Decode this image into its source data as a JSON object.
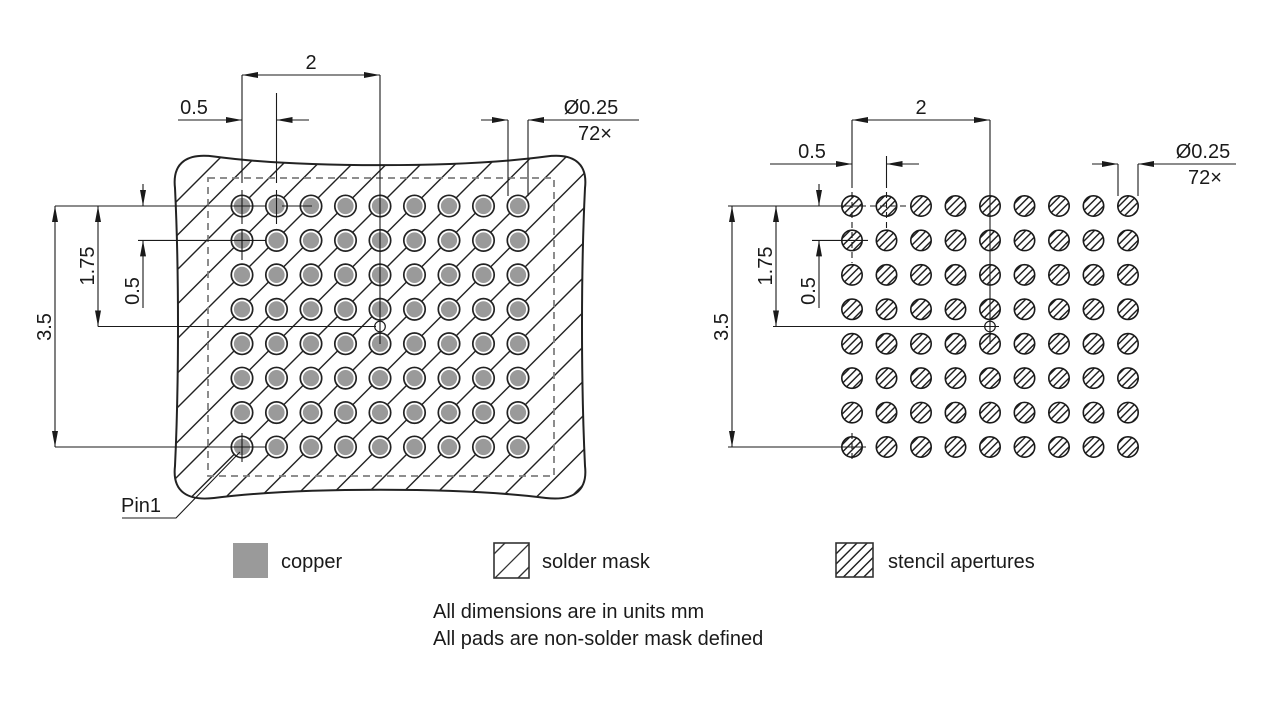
{
  "drawing": {
    "kind": "BGA land pattern footprint drawing",
    "figures": {
      "left": {
        "name": "copper and solder mask view",
        "pin1_label": "Pin1",
        "dims": {
          "pitch_center": "2",
          "pitch": "0.5",
          "pad_diameter": "Ø0.25",
          "pad_count": "72×",
          "height": "3.5",
          "half_height": "1.75",
          "row_pitch": "0.5"
        },
        "grid": {
          "cols": 9,
          "rows": 8,
          "pads": 72
        }
      },
      "right": {
        "name": "stencil apertures view",
        "dims": {
          "pitch_center": "2",
          "pitch": "0.5",
          "pad_diameter": "Ø0.25",
          "pad_count": "72×",
          "height": "3.5",
          "half_height": "1.75",
          "row_pitch": "0.5"
        },
        "grid": {
          "cols": 9,
          "rows": 8,
          "apertures": 72
        }
      }
    },
    "legend": {
      "items": [
        {
          "id": "copper",
          "label": "copper"
        },
        {
          "id": "solder-mask",
          "label": "solder mask"
        },
        {
          "id": "stencil-apertures",
          "label": "stencil apertures"
        }
      ]
    },
    "notes": {
      "line1": "All dimensions are in units mm",
      "line2": "All pads are non-solder mask defined"
    },
    "colors": {
      "copper": "#9a9a9a",
      "line": "#1a1a1a",
      "package_outline_dash": "#7f7f7f",
      "background": "#ffffff"
    }
  }
}
